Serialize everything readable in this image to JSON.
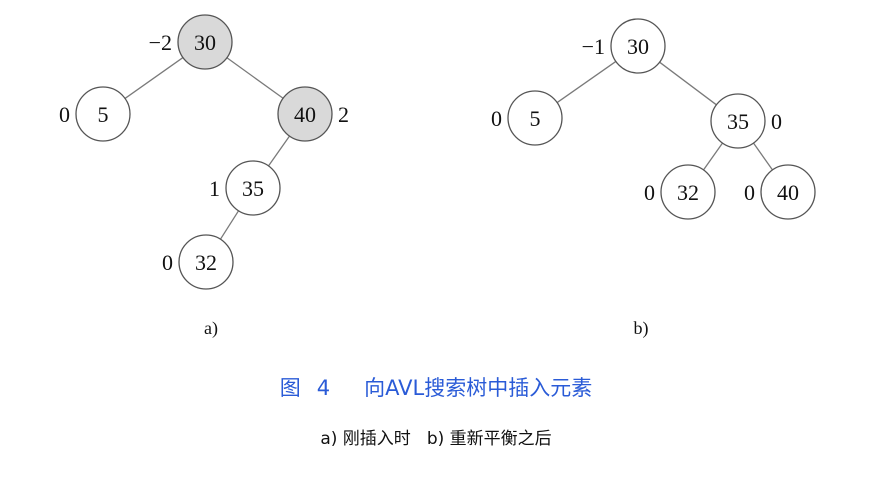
{
  "trees": [
    {
      "label": "a)",
      "nodes": [
        {
          "id": "a30",
          "key": "30",
          "balance": "−2",
          "balance_side": "left",
          "highlight": true
        },
        {
          "id": "a5",
          "key": "5",
          "balance": "0",
          "balance_side": "left",
          "highlight": false
        },
        {
          "id": "a40",
          "key": "40",
          "balance": "2",
          "balance_side": "right",
          "highlight": true
        },
        {
          "id": "a35",
          "key": "35",
          "balance": "1",
          "balance_side": "left",
          "highlight": false
        },
        {
          "id": "a32",
          "key": "32",
          "balance": "0",
          "balance_side": "left",
          "highlight": false
        }
      ],
      "edges": [
        [
          "a30",
          "a5"
        ],
        [
          "a30",
          "a40"
        ],
        [
          "a40",
          "a35"
        ],
        [
          "a35",
          "a32"
        ]
      ]
    },
    {
      "label": "b)",
      "nodes": [
        {
          "id": "b30",
          "key": "30",
          "balance": "−1",
          "balance_side": "left",
          "highlight": false
        },
        {
          "id": "b5",
          "key": "5",
          "balance": "0",
          "balance_side": "left",
          "highlight": false
        },
        {
          "id": "b35",
          "key": "35",
          "balance": "0",
          "balance_side": "right",
          "highlight": false
        },
        {
          "id": "b32",
          "key": "32",
          "balance": "0",
          "balance_side": "left",
          "highlight": false
        },
        {
          "id": "b40",
          "key": "40",
          "balance": "0",
          "balance_side": "left",
          "highlight": false
        }
      ],
      "edges": [
        [
          "b30",
          "b5"
        ],
        [
          "b30",
          "b35"
        ],
        [
          "b35",
          "b32"
        ],
        [
          "b35",
          "b40"
        ]
      ]
    }
  ],
  "caption": {
    "figure_label": "图",
    "figure_number": "4",
    "title": "向AVL搜索树中插入元素",
    "sub_a": "a) 刚插入时",
    "sub_b": "b) 重新平衡之后"
  }
}
